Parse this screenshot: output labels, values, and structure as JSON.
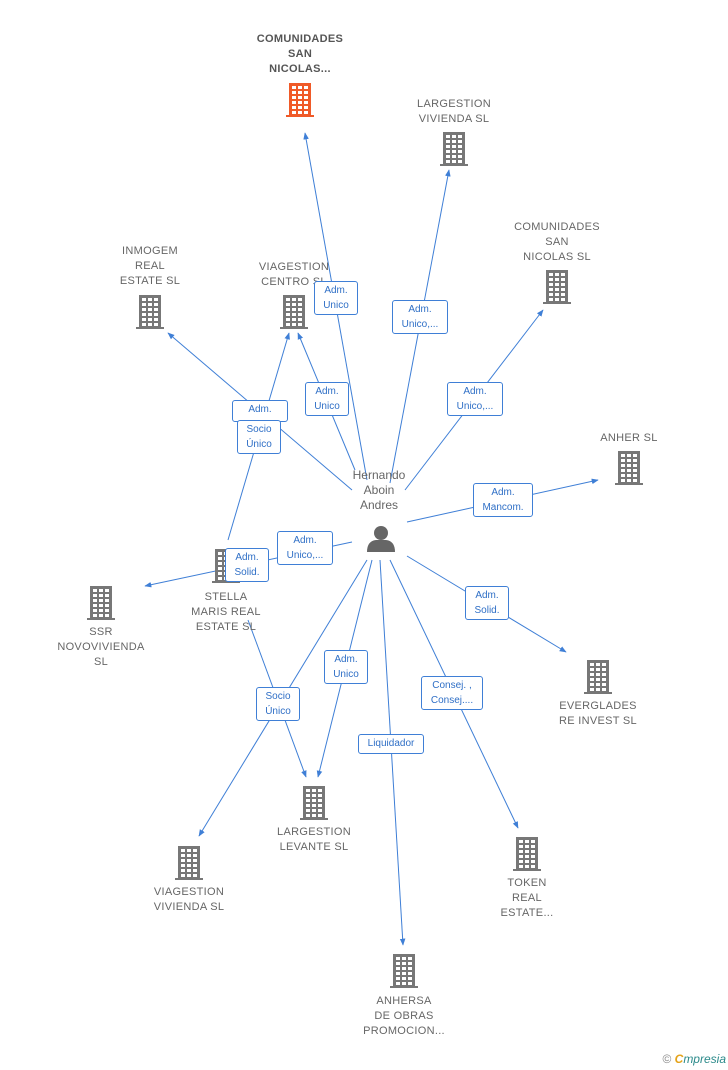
{
  "colors": {
    "edge": "#3f7fd6",
    "building": "#777777",
    "highlight": "#f05a28",
    "person": "#666666"
  },
  "person": {
    "name": "Hernando\nAboin\nAndres",
    "icon": "person-icon"
  },
  "companies": [
    {
      "id": "comunidades-san-nicolas-1",
      "label": "COMUNIDADES\nSAN\nNICOLAS...",
      "highlight": true
    },
    {
      "id": "largestion-vivienda",
      "label": "LARGESTION\nVIVIENDA  SL"
    },
    {
      "id": "comunidades-san-nicolas-2",
      "label": "COMUNIDADES\nSAN\nNICOLAS  SL"
    },
    {
      "id": "inmogem",
      "label": "INMOGEM\nREAL\nESTATE  SL"
    },
    {
      "id": "viagestion-centro",
      "label": "VIAGESTION\nCENTRO  SL"
    },
    {
      "id": "anher",
      "label": "ANHER  SL"
    },
    {
      "id": "stella-maris",
      "label": "STELLA\nMARIS REAL\nESTATE  SL"
    },
    {
      "id": "ssr-novovivienda",
      "label": "SSR\nNOVOVIVIENDA\nSL"
    },
    {
      "id": "everglades",
      "label": "EVERGLADES\nRE INVEST  SL"
    },
    {
      "id": "largestion-levante",
      "label": "LARGESTION\nLEVANTE  SL"
    },
    {
      "id": "viagestion-vivienda",
      "label": "VIAGESTION\nVIVIENDA  SL"
    },
    {
      "id": "token-real-estate",
      "label": "TOKEN\nREAL\nESTATE..."
    },
    {
      "id": "anhersa",
      "label": "ANHERSA\nDE OBRAS\nPROMOCION..."
    }
  ],
  "relations": [
    {
      "label": "Adm.\nUnico"
    },
    {
      "label": "Adm.\nUnico,..."
    },
    {
      "label": "Adm.\nUnico,..."
    },
    {
      "label": "Adm.\nUnico"
    },
    {
      "label": "Adm."
    },
    {
      "label": "Socio\nÚnico"
    },
    {
      "label": "Adm.\nMancom."
    },
    {
      "label": "Adm.\nUnico,..."
    },
    {
      "label": "Adm.\nSolid."
    },
    {
      "label": "Adm.\nSolid."
    },
    {
      "label": "Adm.\nUnico"
    },
    {
      "label": "Socio\nÚnico"
    },
    {
      "label": "Consej. ,\nConsej...."
    },
    {
      "label": "Liquidador"
    }
  ],
  "brand": {
    "copyright": "©",
    "initial": "C",
    "rest": "mpresia"
  }
}
